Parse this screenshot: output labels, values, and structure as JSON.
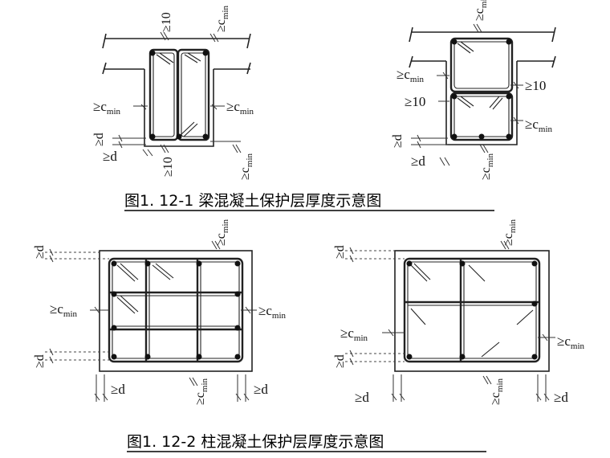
{
  "captions": {
    "fig1": "图1. 12-1  梁混凝土保护层厚度示意图",
    "fig2": "图1. 12-2  柱混凝土保护层厚度示意图"
  },
  "labels": {
    "ge_cmin": "≥c",
    "cmin_sub": "min",
    "ge10": "≥10",
    "ge_d": "≥d"
  }
}
